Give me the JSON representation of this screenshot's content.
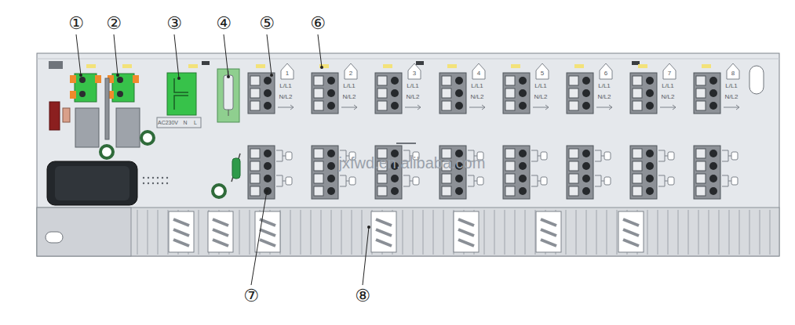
{
  "diagram": {
    "labels": [
      "①",
      "②",
      "③",
      "④",
      "⑤",
      "⑥",
      "⑦",
      "⑧",
      "1",
      "L/L1",
      "N/L2",
      "2",
      "L/L1",
      "N/L2",
      "3",
      "L/L1",
      "N/L2",
      "4",
      "L/L1",
      "N/L2",
      "5",
      "L/L1",
      "N/L2",
      "6",
      "L/L1",
      "N/L2",
      "7",
      "L/L1",
      "N/L2",
      "8",
      "L/L1",
      "N/L2",
      "AC230V",
      "N",
      "L",
      "jxfwd.en.alibaba.com"
    ]
  }
}
